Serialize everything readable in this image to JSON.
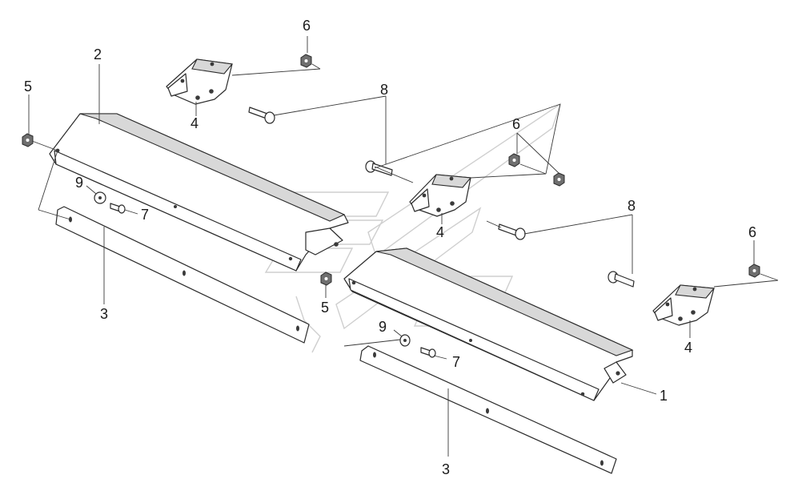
{
  "callouts": [
    {
      "id": "c2a",
      "text": "2"
    },
    {
      "id": "c5a",
      "text": "5"
    },
    {
      "id": "c9a",
      "text": "9"
    },
    {
      "id": "c7a",
      "text": "7"
    },
    {
      "id": "c3a",
      "text": "3"
    },
    {
      "id": "c6a",
      "text": "6"
    },
    {
      "id": "c4a",
      "text": "4"
    },
    {
      "id": "c8a",
      "text": "8"
    },
    {
      "id": "c6b",
      "text": "6"
    },
    {
      "id": "c4b",
      "text": "4"
    },
    {
      "id": "c8b",
      "text": "8"
    },
    {
      "id": "c6c",
      "text": "6"
    },
    {
      "id": "c4c",
      "text": "4"
    },
    {
      "id": "c5b",
      "text": "5"
    },
    {
      "id": "c9b",
      "text": "9"
    },
    {
      "id": "c7b",
      "text": "7"
    },
    {
      "id": "c1",
      "text": "1"
    },
    {
      "id": "c3b",
      "text": "3"
    }
  ],
  "colors": {
    "line": "#2b2b2b",
    "shade": "#d8d8d8",
    "watermark": "#cfcfcf"
  }
}
